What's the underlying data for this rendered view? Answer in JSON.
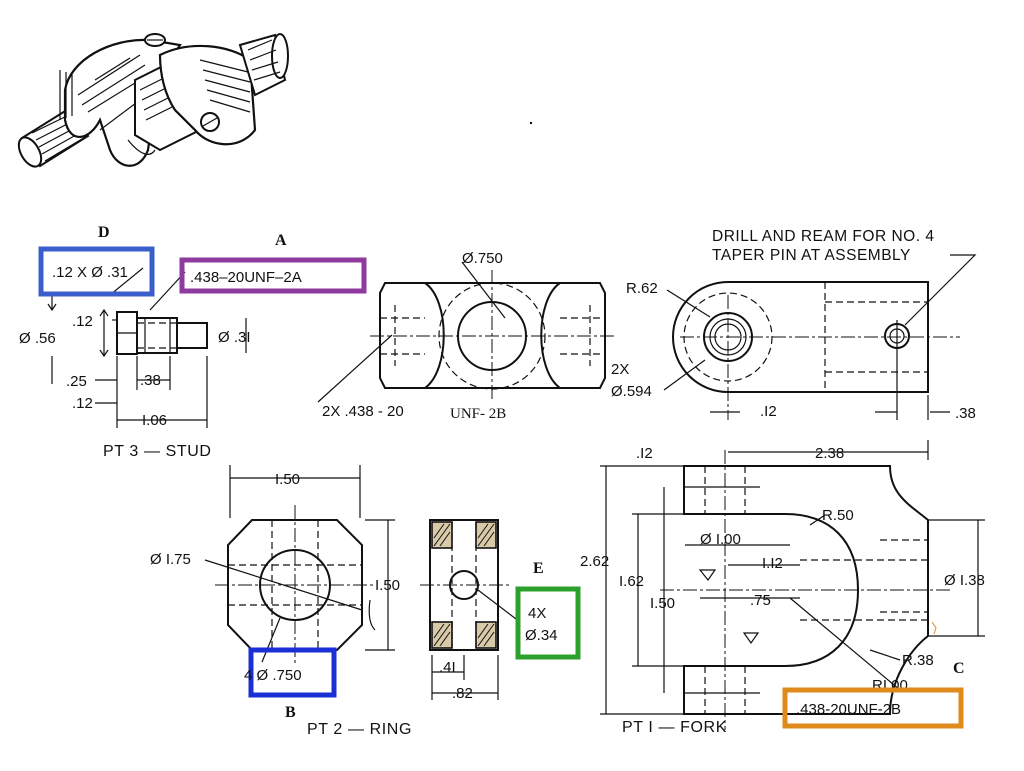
{
  "callouts": {
    "D": {
      "letter": "D",
      "text": ".12 X Ø .31",
      "color": "#3a5fcd"
    },
    "A": {
      "letter": "A",
      "text": ".438–20UNF–2A",
      "color": "#8e3a9e"
    },
    "B": {
      "letter": "B",
      "text": "4 Ø .750",
      "color": "#1a2fd6"
    },
    "E": {
      "letter": "E",
      "text_line1": "4X",
      "text_line2": "Ø.34",
      "color": "#2ca02c"
    },
    "C": {
      "letter": "C",
      "text": ".438-20UNF-2B",
      "color": "#e08a1e"
    }
  },
  "stud": {
    "title": "PT 3 — STUD",
    "dims": {
      "d56": "Ø .56",
      "d12_top": ".12",
      "d31_right": "Ø .3I",
      "d25": ".25",
      "d38": ".38",
      "d12_bot": ".12",
      "d106": "I.06"
    }
  },
  "body": {
    "dia": "Ø.750",
    "thread_note_a": "2X  .438 - 20",
    "thread_note_b": "UNF- 2B"
  },
  "fork_side": {
    "note_line1": "DRILL AND REAM FOR NO. 4",
    "note_line2": "TAPER PIN AT ASSEMBLY",
    "r62": "R.62",
    "x2": "2X",
    "d594": "Ø.594",
    "d12": ".I2",
    "d38": ".38"
  },
  "fork": {
    "title": "PT I — FORK",
    "d12": ".I2",
    "d238": "2.38",
    "r50": "R.50",
    "d100": "Ø I.00",
    "d112": "I.I2",
    "d262": "2.62",
    "d162": "I.62",
    "d150": "I.50",
    "d75": ".75",
    "d138": "Ø I.38",
    "r38": "R.38",
    "r100": "RI.00"
  },
  "ring": {
    "title": "PT 2 — RING",
    "d150_top": "I.50",
    "d175": "Ø I.75",
    "d150_right": "I.50",
    "d41": ".4I",
    "d82": ".82"
  }
}
